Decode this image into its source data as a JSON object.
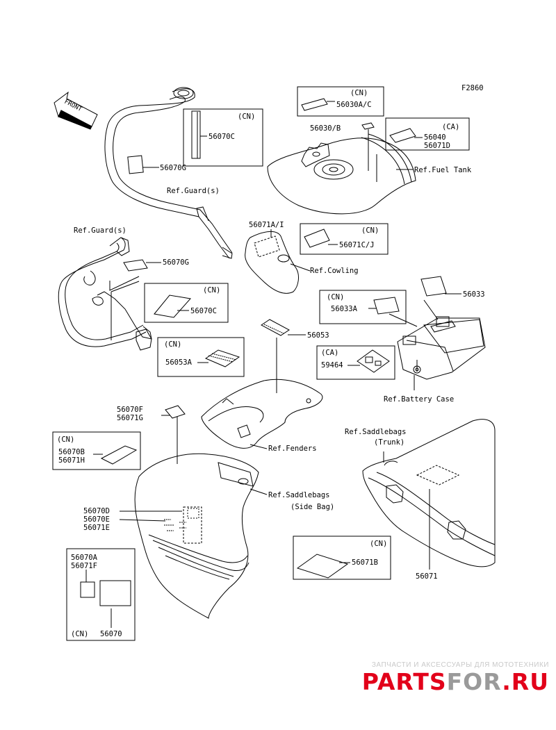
{
  "figure_code": "F2860",
  "front_label": "FRONT",
  "parts": {
    "p56030ac": "56030A/C",
    "p56030b": "56030/B",
    "p56040": "56040",
    "p56071d": "56071D",
    "p56070c_top": "56070C",
    "p56070g_top": "56070G",
    "p56071ai": "56071A/I",
    "p56071cj": "56071C/J",
    "p56070g_mid": "56070G",
    "p56070c_mid": "56070C",
    "p56033": "56033",
    "p56033a": "56033A",
    "p56053": "56053",
    "p56053a": "56053A",
    "p59464": "59464",
    "p56070f": "56070F",
    "p56071g": "56071G",
    "p56070b": "56070B",
    "p56071h": "56071H",
    "p56070d": "56070D",
    "p56070e": "56070E",
    "p56071e": "56071E",
    "p56071b": "56071B",
    "p56071": "56071",
    "p56070a": "56070A",
    "p56071f": "56071F",
    "p56070": "56070"
  },
  "region_tags": {
    "cn": "(CN)",
    "ca": "(CA)"
  },
  "refs": {
    "fuel_tank": "Ref.Fuel Tank",
    "guard_top": "Ref.Guard(s)",
    "guard_left": "Ref.Guard(s)",
    "cowling": "Ref.Cowling",
    "battery_case": "Ref.Battery Case",
    "fenders": "Ref.Fenders",
    "saddlebags_trunk_1": "Ref.Saddlebags",
    "saddlebags_trunk_2": "(Trunk)",
    "saddlebags_side_1": "Ref.Saddlebags",
    "saddlebags_side_2": "(Side Bag)"
  },
  "watermark": {
    "tagline": "ЗАПЧАСТИ И АКСЕССУАРЫ ДЛЯ МОТОТЕХНИКИ",
    "part1": "PARTS",
    "part2": "FOR",
    "part3": ".RU",
    "color_red": "#e2001a",
    "color_gray": "#9a9a9a"
  }
}
